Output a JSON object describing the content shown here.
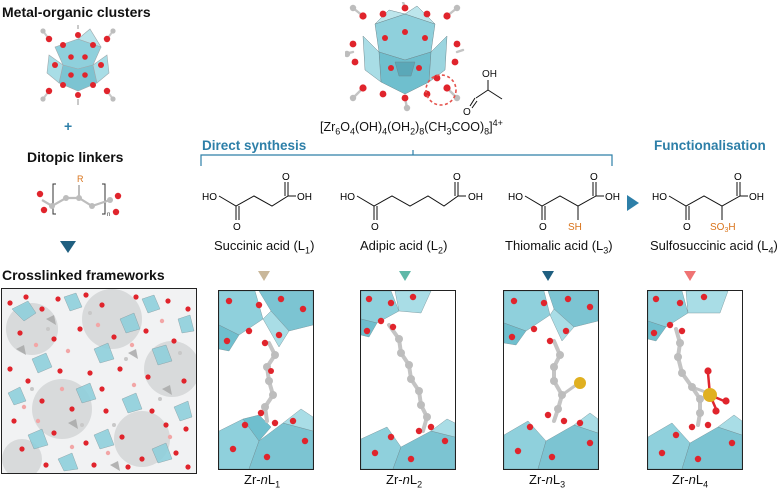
{
  "left": {
    "metal_clusters": "Metal-organic clusters",
    "plus": "+",
    "ditopic_linkers": "Ditopic linkers",
    "linker_R": "R",
    "linker_n": "n",
    "crosslinked": "Crosslinked frameworks"
  },
  "cluster": {
    "formula_base": "[Zr",
    "formula_parts": [
      {
        "t": "[Zr"
      },
      {
        "s": "6"
      },
      {
        "t": "O"
      },
      {
        "s": "4"
      },
      {
        "t": "(OH)"
      },
      {
        "s": "4"
      },
      {
        "t": "(OH"
      },
      {
        "s": "2"
      },
      {
        "t": ")"
      },
      {
        "s": "8"
      },
      {
        "t": "(CH"
      },
      {
        "s": "3"
      },
      {
        "t": "COO)"
      },
      {
        "s": "8"
      },
      {
        "t": "]"
      },
      {
        "sup": "4+"
      }
    ],
    "acetic_OH": "OH",
    "acetic_O": "O"
  },
  "sections": {
    "direct": "Direct synthesis",
    "functional": "Functionalisation"
  },
  "acids": [
    {
      "name": "Succinic acid (L",
      "sub": "1",
      "close": ")",
      "HO": "HO",
      "OH": "OH",
      "O": "O"
    },
    {
      "name": "Adipic acid (L",
      "sub": "2",
      "close": ")",
      "HO": "HO",
      "OH": "OH",
      "O": "O"
    },
    {
      "name": "Thiomalic acid (L",
      "sub": "3",
      "close": ")",
      "HO": "HO",
      "OH": "OH",
      "O": "O",
      "group": "SH"
    },
    {
      "name": "Sulfosuccinic acid (L",
      "sub": "4",
      "close": ")",
      "HO": "HO",
      "OH": "OH",
      "O": "O",
      "group": "SO",
      "group_sub": "3",
      "group_end": "H"
    }
  ],
  "frameworks": [
    {
      "pre": "Zr-",
      "n": "n",
      "L": "L",
      "sub": "1"
    },
    {
      "pre": "Zr-",
      "n": "n",
      "L": "L",
      "sub": "2"
    },
    {
      "pre": "Zr-",
      "n": "n",
      "L": "L",
      "sub": "3"
    },
    {
      "pre": "Zr-",
      "n": "n",
      "L": "L",
      "sub": "4"
    }
  ],
  "colors": {
    "teal": "#8fd0dc",
    "teal_dark": "#5fb3c4",
    "oxygen": "#e0242c",
    "carbon": "#b8b8b8",
    "sulfur": "#e0b020",
    "blue": "#2d7fa8",
    "orange": "#d9731a",
    "tri_beige": "#c9b79a",
    "tri_teal": "#5fb8a8",
    "tri_navy": "#1f5f80",
    "tri_pink": "#ef7373"
  }
}
